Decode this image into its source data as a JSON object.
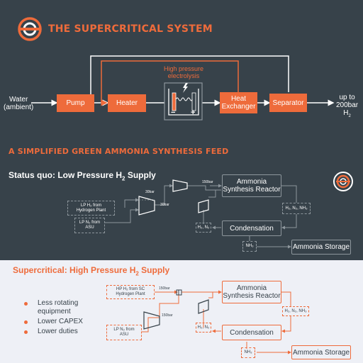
{
  "header": {
    "title": "THE SUPERCRITICAL SYSTEM"
  },
  "system": {
    "water_label": "Water\n(ambient)",
    "pump": "Pump",
    "heater": "Heater",
    "electrolysis_label": "High pressure\nelectrolysis",
    "heat_exchanger": "Heat\nExchanger",
    "separator": "Separator",
    "output_label": "up to\n200bar",
    "output_h2": "H",
    "output_h2_sub": "2",
    "minus": "−",
    "plus": "+"
  },
  "section2": {
    "title": "A SIMPLIFIED GREEN AMMONIA SYNTHESIS FEED"
  },
  "status_quo": {
    "title_pre": "Status quo: Low Pressure H",
    "title_sub": "2",
    "title_post": " Supply",
    "lp_h2": "LP H₂ from\nHydrogen Plant",
    "lp_n2": "LP N₂ from\nASU",
    "p30a": "30bar",
    "p30b": "30bar",
    "p150": "150bar",
    "reactor": "Ammonia\nSynthesis Reactor",
    "mix": "H₂, N₂, NH₃",
    "recycle": "H₂, N₂",
    "condensation": "Condensation",
    "nh3": "NH₃",
    "storage": "Ammonia Storage"
  },
  "supercritical": {
    "title_pre": "Supercritical: High Pressure H",
    "title_sub": "2",
    "title_post": " Supply",
    "bullets": [
      "Less rotating\nequipment",
      "Lower CAPEX",
      "Lower duties"
    ],
    "hp_h2": "HP H₂ from SC\nHydrogen Plant",
    "lp_n2": "LP N₂ from\nASU",
    "p150a": "150bar",
    "p150b": "150bar",
    "reactor": "Ammonia\nSynthesis Reactor",
    "mix": "H₂, N₂, NH₃",
    "recycle": "H₂, N₂",
    "condensation": "Condensation",
    "nh3": "NH₃",
    "storage": "Ammonia Storage"
  },
  "colors": {
    "accent": "#ee6b3b",
    "dark_bg": "#37424a",
    "light_bg": "#eef0f6",
    "line_gray": "#8d969c"
  },
  "icons": [
    "logo-icon",
    "lightning-icon",
    "coil-icon"
  ]
}
